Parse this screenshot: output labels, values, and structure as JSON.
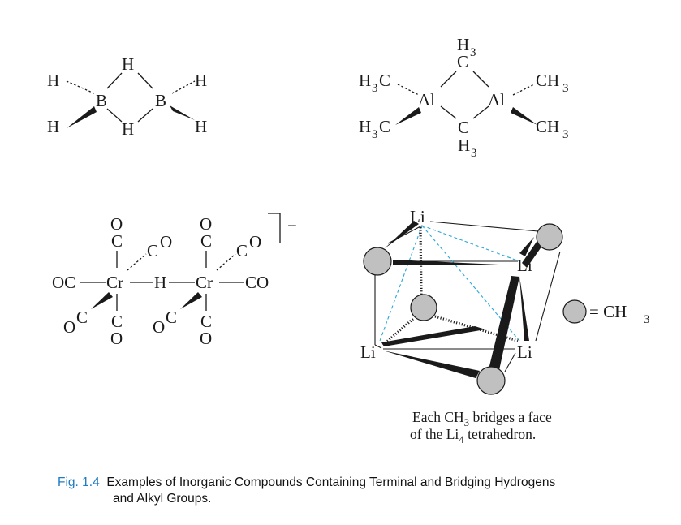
{
  "diborane": {
    "h_tl": "H",
    "b_left": "B",
    "h_bl": "H",
    "h_bridge_top": "H",
    "h_bridge_bottom": "H",
    "b_right": "B",
    "h_tr": "H",
    "h_br": "H"
  },
  "trimethylaluminum": {
    "bridge_top_h": "H",
    "bridge_top_sub": "3",
    "bridge_top_c": "C",
    "left_top_h": "H",
    "left_top_sub": "3",
    "left_top_c": "C",
    "left_bottom_h": "H",
    "left_bottom_sub": "3",
    "left_bottom_c": "C",
    "al_left": "Al",
    "al_right": "Al",
    "right_top_c": "CH",
    "right_top_sub": "3",
    "right_bottom_c": "CH",
    "right_bottom_sub": "3",
    "bridge_bottom_c": "C",
    "bridge_bottom_h": "H",
    "bridge_bottom_sub": "3"
  },
  "chromium_complex": {
    "o_top_left": "O",
    "c_top_left": "C",
    "o_top_right": "O",
    "c_top_right": "C",
    "co_dash_left_c": "C",
    "co_dash_left_o": "O",
    "co_dash_right_c": "C",
    "co_dash_right_o": "O",
    "oc_left": "OC",
    "cr_left": "Cr",
    "h_bridge": "H",
    "cr_right": "Cr",
    "co_right": "CO",
    "co_wedge_left_o": "O",
    "co_wedge_left_c": "C",
    "co_wedge_right_o": "O",
    "co_wedge_right_c": "C",
    "c_bottom_left": "C",
    "o_bottom_left": "O",
    "c_bottom_right": "C",
    "o_bottom_right": "O",
    "charge": "−"
  },
  "methyllithium": {
    "li_top": "Li",
    "li_right": "Li",
    "li_left": "Li",
    "li_bottom_right": "Li",
    "legend_eq": "= CH",
    "legend_sub": "3",
    "note_line1_pre": "Each CH",
    "note_line1_sub": "3",
    "note_line1_post": " bridges a face",
    "note_line2_pre": "of the Li",
    "note_line2_sub": "4",
    "note_line2_post": " tetrahedron."
  },
  "caption": {
    "label": "Fig. 1.4",
    "text": "Examples of Inorganic Compounds Containing Terminal and Bridging Hydrogens",
    "text_cont": "and Alkyl Groups."
  }
}
